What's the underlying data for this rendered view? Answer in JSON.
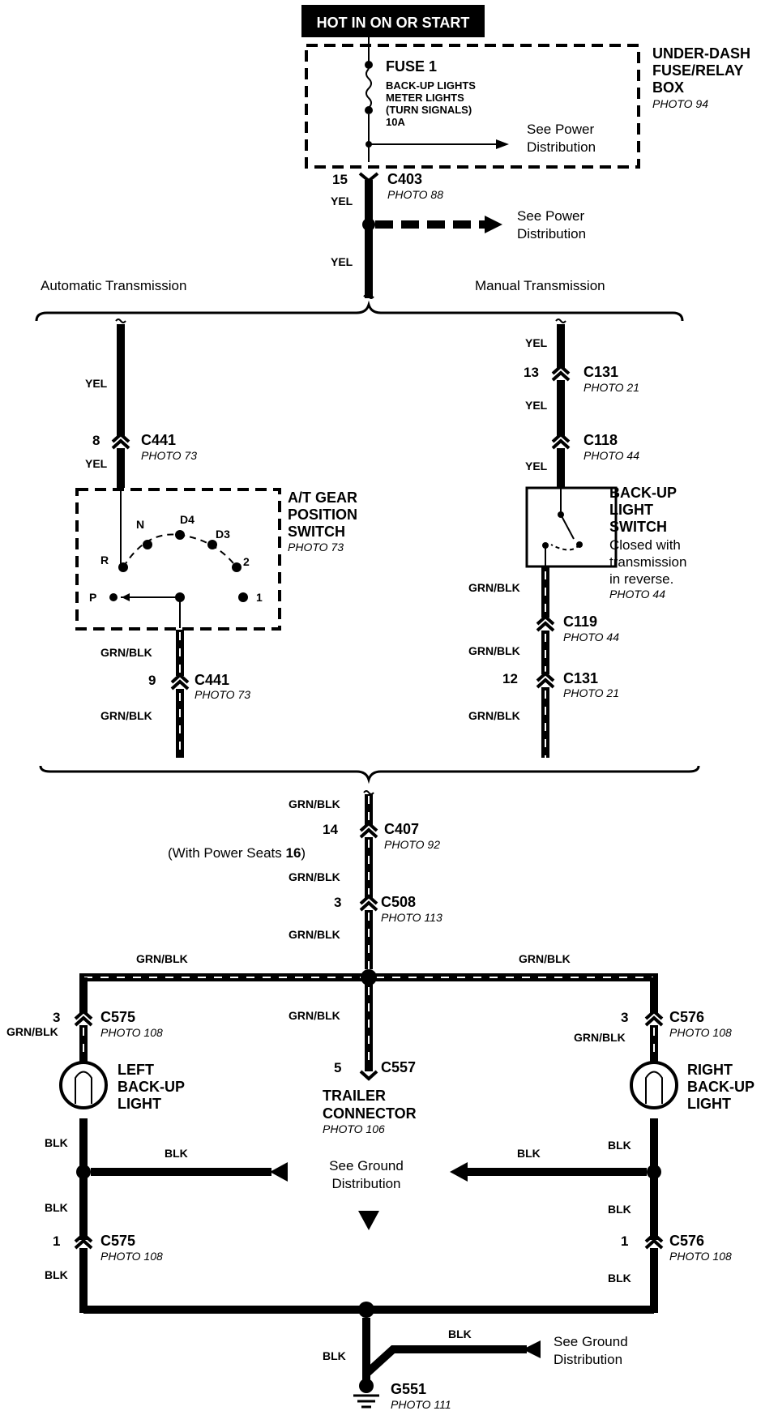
{
  "header": {
    "hot_label": "HOT IN ON OR START"
  },
  "fusebox": {
    "title": [
      "UNDER-DASH",
      "FUSE/RELAY",
      "BOX"
    ],
    "photo": "PHOTO 94",
    "fuse": "FUSE 1",
    "fuse_desc": [
      "BACK-UP LIGHTS",
      "METER LIGHTS",
      "(TURN SIGNALS)",
      "10A"
    ],
    "power_ref": [
      "See Power",
      "Distribution"
    ]
  },
  "top": {
    "c403_pin": "15",
    "c403": "C403",
    "c403_photo": "PHOTO 88",
    "wire1": "YEL",
    "wire2": "YEL",
    "power_ref": [
      "See Power",
      "Distribution"
    ]
  },
  "branches": {
    "auto": "Automatic Transmission",
    "manual": "Manual Transmission"
  },
  "auto": {
    "wire_top": "YEL",
    "pin": "8",
    "conn": "C441",
    "photo": "PHOTO 73",
    "wire_mid": "YEL",
    "switch_title": [
      "A/T GEAR",
      "POSITION",
      "SWITCH"
    ],
    "switch_photo": "PHOTO 73",
    "positions": [
      "N",
      "D4",
      "D3",
      "R",
      "2",
      "P",
      "1"
    ],
    "wire_b1": "GRN/BLK",
    "pin2": "9",
    "conn2": "C441",
    "photo2": "PHOTO 73",
    "wire_b2": "GRN/BLK"
  },
  "manual": {
    "wire1": "YEL",
    "pin1": "13",
    "conn1": "C131",
    "photo1": "PHOTO 21",
    "wire2": "YEL",
    "conn2": "C118",
    "photo2": "PHOTO 44",
    "wire3": "YEL",
    "switch_title": [
      "BACK-UP",
      "LIGHT",
      "SWITCH"
    ],
    "switch_note": [
      "Closed with",
      "transmission",
      "in reverse."
    ],
    "switch_photo": "PHOTO 44",
    "wire4": "GRN/BLK",
    "conn3": "C119",
    "photo3": "PHOTO 44",
    "wire5": "GRN/BLK",
    "pin4": "12",
    "conn4": "C131",
    "photo4": "PHOTO 21",
    "wire6": "GRN/BLK"
  },
  "lower": {
    "wire1": "GRN/BLK",
    "c407_pin": "14",
    "c407": "C407",
    "c407_photo": "PHOTO 92",
    "power_seats_prefix": "(With Power Seats ",
    "power_seats_pin": "16",
    "power_seats_suffix": ")",
    "wire2": "GRN/BLK",
    "c508_pin": "3",
    "c508": "C508",
    "c508_photo": "PHOTO 113",
    "wire3": "GRN/BLK",
    "bus_left": "GRN/BLK",
    "bus_right": "GRN/BLK",
    "center_wire": "GRN/BLK",
    "c557_pin": "5",
    "c557": "C557",
    "trailer": [
      "TRAILER",
      "CONNECTOR"
    ],
    "trailer_photo": "PHOTO 106"
  },
  "left_light": {
    "pin": "3",
    "conn": "C575",
    "photo": "PHOTO 108",
    "wire": "GRN/BLK",
    "title": [
      "LEFT",
      "BACK-UP",
      "LIGHT"
    ],
    "blk1": "BLK",
    "blk_h": "BLK",
    "blk2": "BLK",
    "pin2": "1",
    "conn2": "C575",
    "photo2": "PHOTO 108",
    "blk3": "BLK"
  },
  "right_light": {
    "pin": "3",
    "conn": "C576",
    "photo": "PHOTO 108",
    "wire": "GRN/BLK",
    "title": [
      "RIGHT",
      "BACK-UP",
      "LIGHT"
    ],
    "blk1": "BLK",
    "blk_h": "BLK",
    "blk2": "BLK",
    "pin2": "1",
    "conn2": "C576",
    "photo2": "PHOTO 108",
    "blk3": "BLK"
  },
  "ground": {
    "ref_center": [
      "See Ground",
      "Distribution"
    ],
    "blk_vert": "BLK",
    "blk_diag": "BLK",
    "ref_right": [
      "See Ground",
      "Distribution"
    ],
    "g": "G551",
    "g_photo": "PHOTO 111"
  }
}
